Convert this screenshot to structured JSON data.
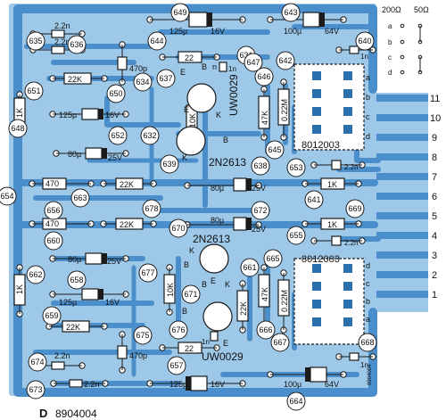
{
  "board": {
    "id": "8904004",
    "side_code": "8904004",
    "ic_upper": "8012003",
    "ic_lower": "8012003"
  },
  "jumper": {
    "left_label": "200Ω",
    "right_label": "50Ω",
    "pins": [
      "a",
      "b",
      "c",
      "d"
    ]
  },
  "ic_pins": [
    "a",
    "b",
    "c",
    "d"
  ],
  "edge_pins": [
    "11",
    "10",
    "9",
    "8",
    "7",
    "6",
    "5",
    "4",
    "3",
    "2",
    "1"
  ],
  "refs": [
    "635",
    "636",
    "649",
    "643",
    "640",
    "644",
    "631",
    "637",
    "634",
    "651",
    "650",
    "647",
    "642",
    "646",
    "648",
    "652",
    "632",
    "639",
    "638",
    "645",
    "653",
    "654",
    "663",
    "641",
    "656",
    "678",
    "672",
    "669",
    "670",
    "655",
    "660",
    "677",
    "661",
    "665",
    "662",
    "658",
    "671",
    "667",
    "659",
    "676",
    "666",
    "675",
    "668",
    "674",
    "657",
    "664",
    "673"
  ],
  "values": {
    "r_22k": "22K",
    "r_1k": "1K",
    "r_10k": "10K",
    "r_47k": "47K",
    "r_022m": "0.22M",
    "r_470": "470",
    "r_22": "22",
    "c_22n": "2.2n",
    "c_470p": "470p",
    "c_1n": "1n",
    "c_125u": "125µ",
    "c_100u": "100µ",
    "c_80u": "80µ",
    "v_16": "16V",
    "v_25": "25V",
    "v_64": "64V"
  },
  "transistors": {
    "upper_uw": "UW0029",
    "upper_2n": "2N2613",
    "lower_2n": "2N2613",
    "lower_uw": "UW0029",
    "pin_e": "E",
    "pin_b": "B",
    "pin_k": "K",
    "pin_n": "n"
  }
}
